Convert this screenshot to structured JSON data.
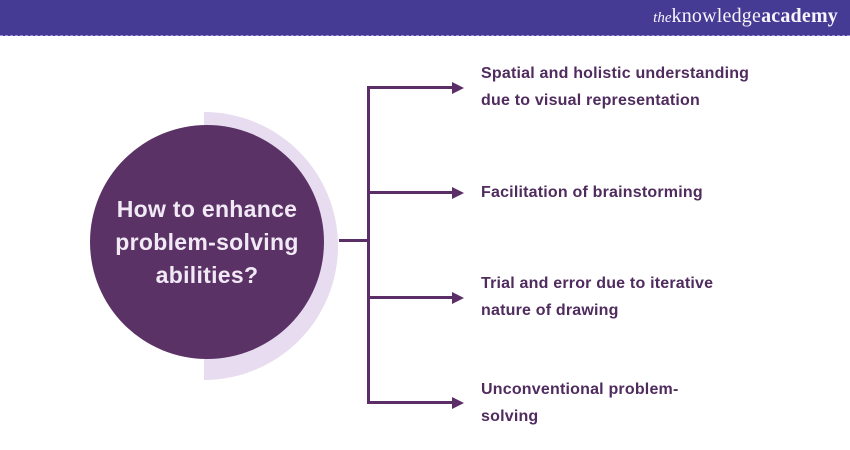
{
  "header": {
    "logo": {
      "the": "the",
      "knowledge": "knowledge",
      "academy": "academy"
    }
  },
  "diagram": {
    "center_question": "How to enhance\nproblem-solving\nabilities?",
    "items": [
      {
        "label": "Spatial and holistic understanding\ndue to visual representation"
      },
      {
        "label": "Facilitation of brainstorming"
      },
      {
        "label": "Trial and error due to iterative\nnature of drawing"
      },
      {
        "label": "Unconventional problem-\nsolving"
      }
    ],
    "colors": {
      "header_bg": "#453a94",
      "circle_fill": "#5b3266",
      "crescent_fill": "#e7dcf0",
      "connector_line": "#5c2e68",
      "item_text": "#4f2b5e",
      "circle_text": "#f1eaf6"
    }
  }
}
